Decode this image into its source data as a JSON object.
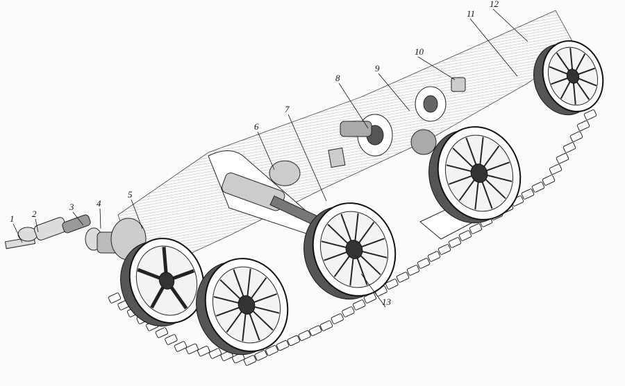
{
  "diagram": {
    "subject": "tank-running-gear-exploded-view",
    "callouts": [
      "1",
      "2",
      "3",
      "4",
      "5",
      "6",
      "7",
      "8",
      "9",
      "10",
      "11",
      "12",
      "13"
    ],
    "colors": {
      "ink": "#1a1a1a",
      "paper": "#fbfbfb",
      "shade": "#8a8a8a"
    }
  }
}
